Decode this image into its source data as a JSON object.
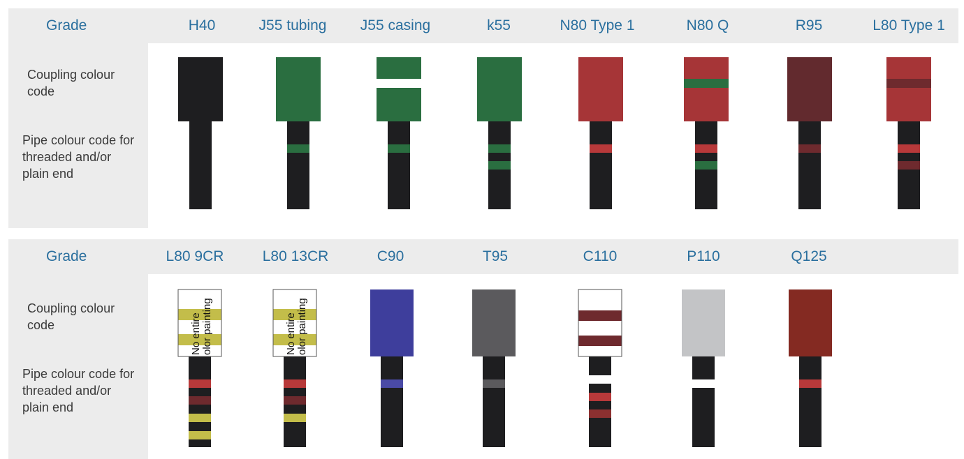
{
  "panels": [
    {
      "grade_label": "Grade",
      "coupling_label": "Coupling colour code",
      "pipe_label": "Pipe colour code for threaded and/or plain end",
      "grades": [
        {
          "name": "H40",
          "coupling": {
            "fill": "#1e1e20",
            "bands": []
          },
          "pipe": {
            "bands": []
          }
        },
        {
          "name": "J55 tubing",
          "coupling": {
            "fill": "#2a6e40",
            "bands": []
          },
          "pipe": {
            "bands": [
              "#2a6e40"
            ]
          }
        },
        {
          "name": "J55 casing",
          "coupling": {
            "fill": "#2a6e40",
            "bands": [
              "#ffffff"
            ]
          },
          "pipe": {
            "bands": [
              "#2a6e40"
            ]
          }
        },
        {
          "name": "k55",
          "coupling": {
            "fill": "#2a6e40",
            "bands": []
          },
          "pipe": {
            "bands": [
              "#2a6e40",
              "#2a6e40"
            ]
          }
        },
        {
          "name": "N80 Type 1",
          "coupling": {
            "fill": "#a63537",
            "bands": []
          },
          "pipe": {
            "bands": [
              "#b8393a"
            ]
          }
        },
        {
          "name": "N80 Q",
          "coupling": {
            "fill": "#a63537",
            "bands": [
              "#2a6e40"
            ]
          },
          "pipe": {
            "bands": [
              "#b8393a",
              "#2a6e40"
            ]
          }
        },
        {
          "name": "R95",
          "coupling": {
            "fill": "#622a2e",
            "bands": []
          },
          "pipe": {
            "bands": [
              "#6e2a2e"
            ]
          }
        },
        {
          "name": "L80 Type 1",
          "coupling": {
            "fill": "#a63537",
            "bands": [
              "#6e2a2e"
            ]
          },
          "pipe": {
            "bands": [
              "#b8393a",
              "#6e2a2e"
            ]
          }
        }
      ]
    },
    {
      "grade_label": "Grade",
      "coupling_label": "Coupling colour code",
      "pipe_label": "Pipe colour code for threaded and/or plain end",
      "grades": [
        {
          "name": "L80 9CR",
          "coupling": {
            "fill": "#ffffff",
            "bands": [
              "#c3bd4a",
              "#c3bd4a"
            ],
            "outlined": true,
            "note": [
              "No entire",
              "olor painting"
            ]
          },
          "pipe": {
            "bands": [
              "#b8393a",
              "#6e2a2e",
              "#c3bd4a",
              "#c3bd4a"
            ]
          }
        },
        {
          "name": "L80 13CR",
          "coupling": {
            "fill": "#ffffff",
            "bands": [
              "#c3bd4a",
              "#c3bd4a"
            ],
            "outlined": true,
            "note": [
              "No entire",
              "olor painting"
            ]
          },
          "pipe": {
            "bands": [
              "#b8393a",
              "#6e2a2e",
              "#c3bd4a"
            ]
          }
        },
        {
          "name": "C90",
          "coupling": {
            "fill": "#3e3e9c",
            "bands": []
          },
          "pipe": {
            "bands": [
              "#4a4aa6"
            ]
          }
        },
        {
          "name": "T95",
          "coupling": {
            "fill": "#5b5a5d",
            "bands": []
          },
          "pipe": {
            "bands": [
              "#5b5a5d"
            ]
          }
        },
        {
          "name": "C110",
          "coupling": {
            "fill": "#ffffff",
            "bands": [
              "#6e2a2e",
              "#6e2a2e"
            ],
            "outlined": true
          },
          "pipe": {
            "bands": [
              "#ffffff",
              "#b8393a",
              "#8c3030"
            ]
          }
        },
        {
          "name": "P110",
          "coupling": {
            "fill": "#c3c4c6",
            "bands": []
          },
          "pipe": {
            "bands": [
              "#ffffff"
            ]
          }
        },
        {
          "name": "Q125",
          "coupling": {
            "fill": "#842a22",
            "bands": []
          },
          "pipe": {
            "bands": [
              "#b8393a"
            ]
          }
        }
      ]
    }
  ]
}
